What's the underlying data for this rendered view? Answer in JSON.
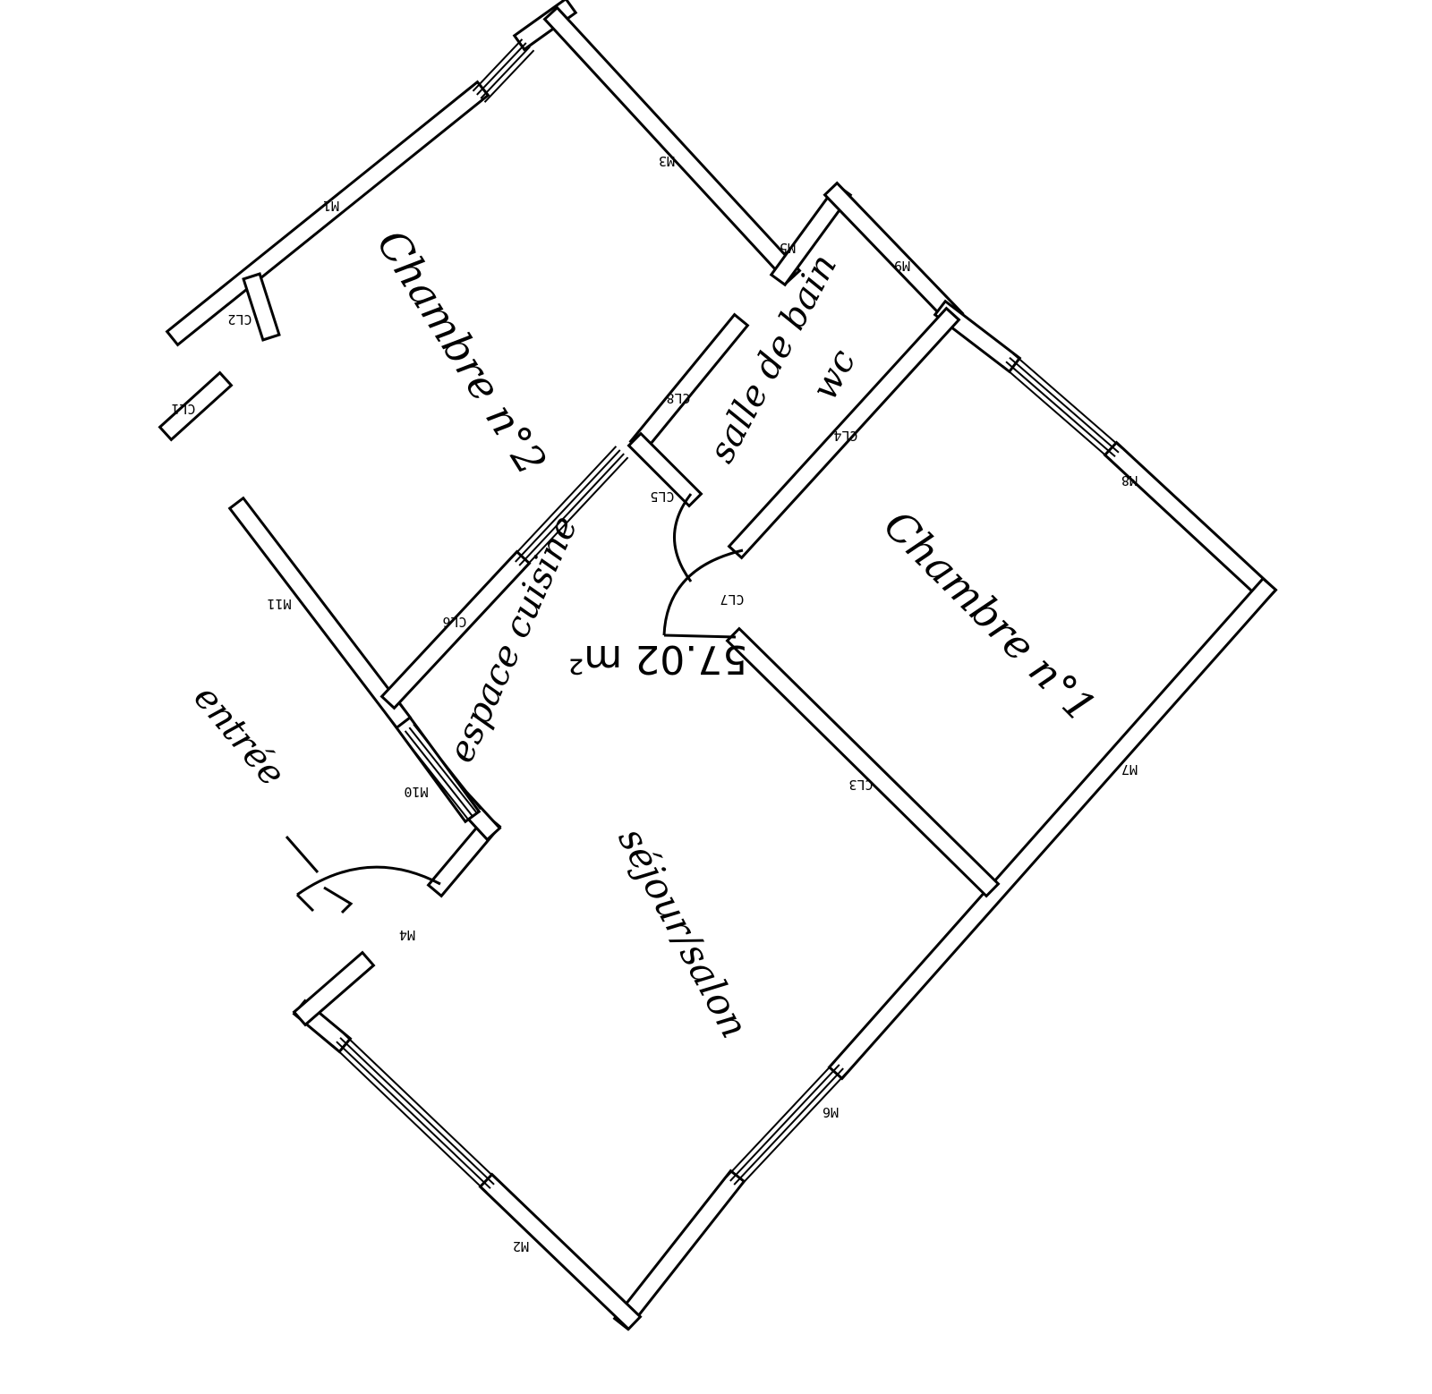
{
  "plan": {
    "total_area": "57.02 m²",
    "rooms": {
      "chambre2": "Chambre n°2",
      "chambre1": "Chambre n°1",
      "salle_de_bain": "salle de bain",
      "wc": "wc",
      "cuisine": "espace cuisine",
      "sejour": "séjour/salon",
      "entree": "entrée"
    },
    "walls": {
      "m1": "M1",
      "m2": "M2",
      "m3": "M3",
      "m4": "M4",
      "m5": "M5",
      "m6": "M6",
      "m7": "M7",
      "m8": "M8",
      "m9": "M9",
      "m10": "M10",
      "m11": "M11",
      "cl1": "CL1",
      "cl2": "CL2",
      "cl3": "CL3",
      "cl4": "CL4",
      "cl5": "CL5",
      "cl6": "CL6",
      "cl7": "CL7",
      "cl8": "CL8"
    },
    "line_color": "#000000"
  }
}
